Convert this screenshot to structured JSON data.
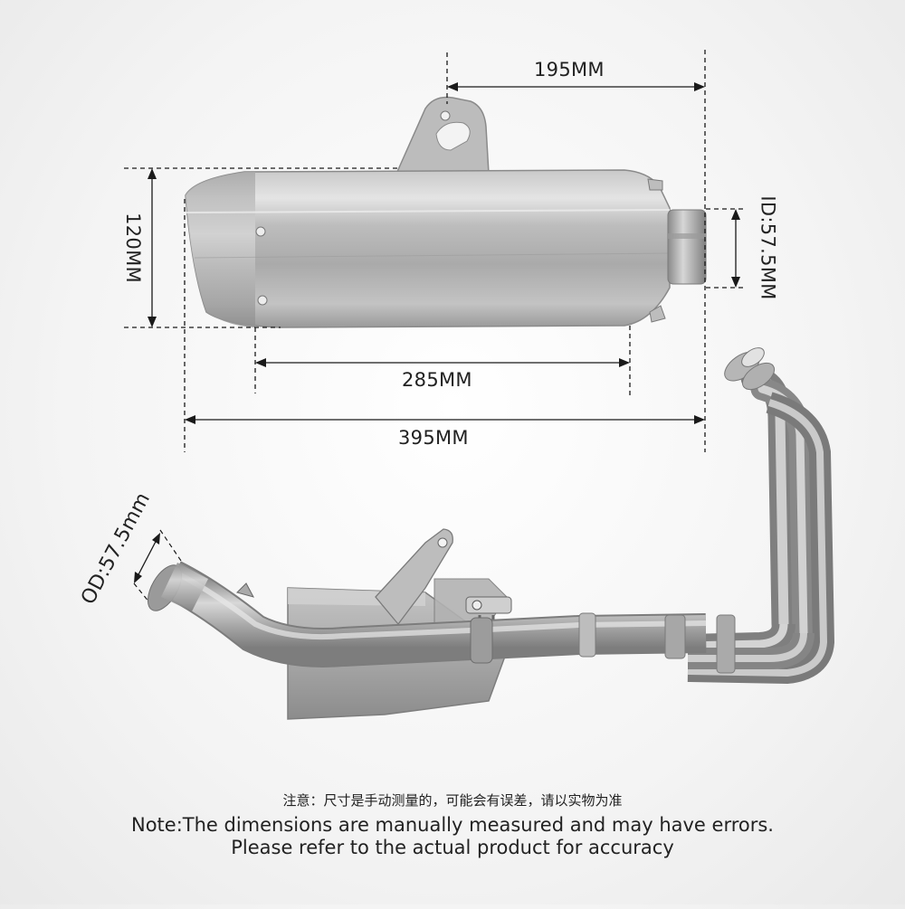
{
  "dimensions": {
    "bracket_to_outlet": "195MM",
    "height": "120MM",
    "inner_diameter": "ID:57.5MM",
    "body_length": "285MM",
    "total_length": "395MM",
    "outer_diameter": "OD:57.5mm"
  },
  "notes": {
    "chinese": "注意：尺寸是手动测量的，可能会有误差，请以实物为准",
    "english_line1": "Note:The dimensions are manually measured and may have errors.",
    "english_line2": "Please refer to the actual product for accuracy"
  },
  "colors": {
    "background": "#f2f2f2",
    "metal_light": "#d9d9d9",
    "metal_mid": "#b8b8b8",
    "metal_dark": "#8e8e8e",
    "dimension_line": "#1a1a1a"
  }
}
